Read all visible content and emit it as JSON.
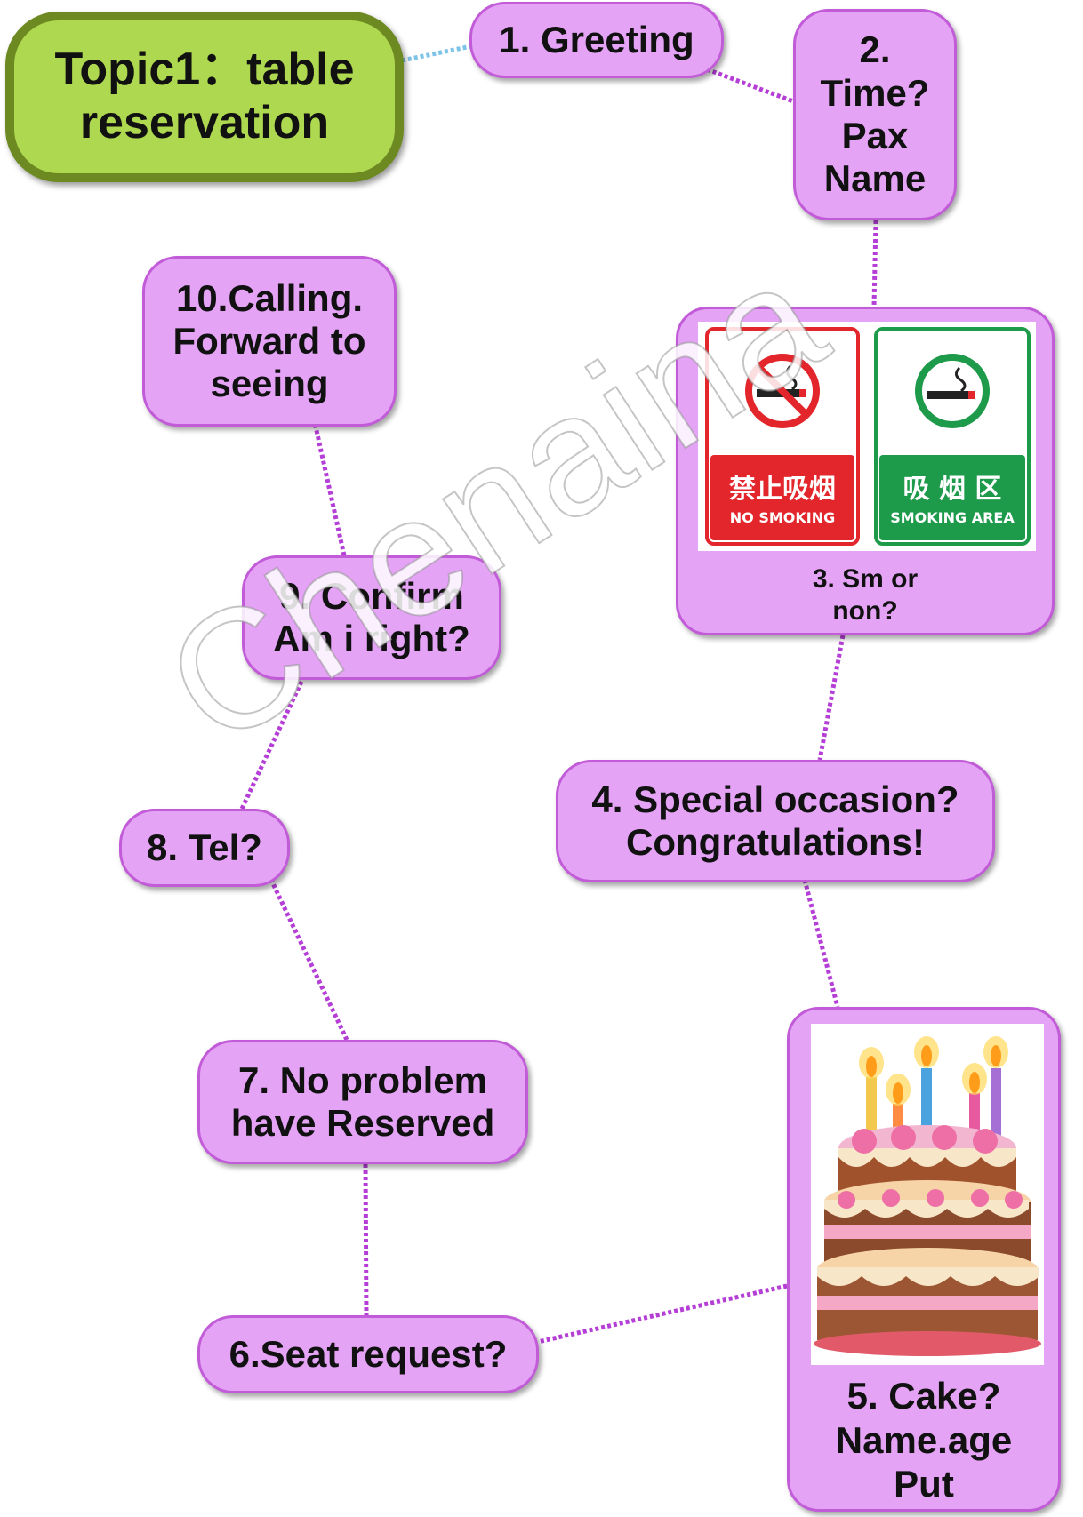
{
  "topic": {
    "title": "Topic1：table\nreservation"
  },
  "nodes": {
    "n1": "1. Greeting",
    "n2": "2.\nTime?\nPax\nName",
    "n3": "3. Sm or\nnon?",
    "n4": "4. Special occasion?\nCongratulations!",
    "n5": "5. Cake?\nName.age\nPut",
    "n6": "6.Seat request?",
    "n7": "7. No problem\nhave Reserved",
    "n8": "8. Tel?",
    "n9": "9. Confirm\nAm i right?",
    "n10": "10.Calling.\nForward to\nseeing"
  },
  "signs": {
    "no_smoking_cn": "禁止吸烟",
    "no_smoking_en": "NO SMOKING",
    "smoking_area_cn": "吸 烟 区",
    "smoking_area_en": "SMOKING AREA"
  },
  "watermark": "Chenaina",
  "colors": {
    "node_fill": "#e4a3f5",
    "node_border": "#c25bd8",
    "topic_fill": "#aed84f",
    "topic_border": "#6d8a22",
    "link_purple": "#b53fd6",
    "link_blue": "#7ec4e8",
    "no_smoking_red": "#e3262b",
    "smoking_green": "#1e9a4b"
  }
}
